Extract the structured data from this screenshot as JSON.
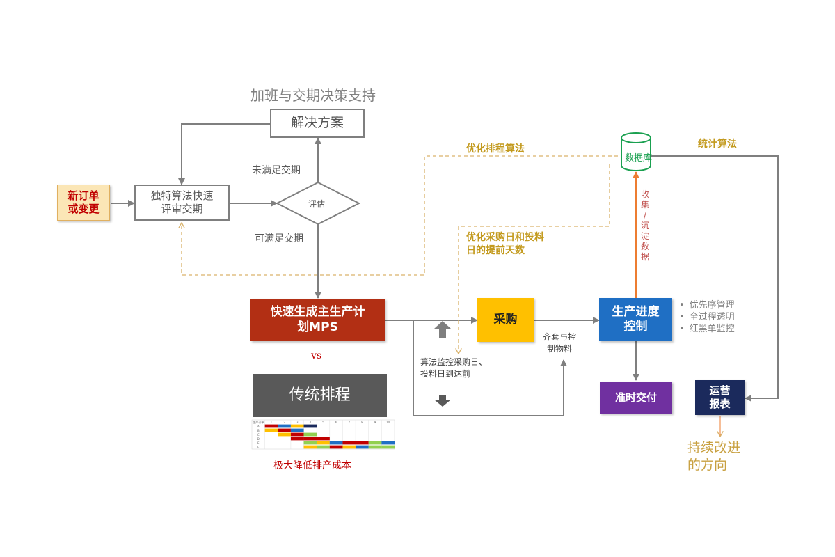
{
  "top_caption": "加班与交期决策支持",
  "nodes": {
    "solution": "解决方案",
    "new_order": "新订单\n或变更",
    "review": "独特算法快速\n评审交期",
    "evaluate": "评估",
    "mps": "快速生成主生产计\n划MPS",
    "procurement": "采购",
    "production": "生产进度\n控制",
    "ontime": "准时交付",
    "report": "运营\n报表",
    "database": "数据库",
    "traditional": "传统排程"
  },
  "labels": {
    "unmet": "未满足交期",
    "met": "可满足交期",
    "optimize_algo": "优化排程算法",
    "stat_algo": "统计算法",
    "optimize_purchase": "优化采购日和投料\n日的提前天数",
    "collect": "收\n集\n/\n沉\n淀\n数\n据",
    "algo_monitor": "算法监控采购日、\n投料日到达前",
    "kitting": "齐套与控\n制物料",
    "vs": "vs",
    "cost": "极大降低排产成本",
    "improve": "持续改进\n的方向"
  },
  "production_bullets": [
    "优先序管理",
    "全过程透明",
    "红黑单监控"
  ],
  "gantt": {
    "header": [
      "生产订单",
      "1",
      "2",
      "3",
      "4",
      "5",
      "6",
      "7",
      "8",
      "9",
      "10"
    ],
    "rows": [
      "A",
      "B",
      "C",
      "D",
      "E",
      "F"
    ]
  },
  "colors": {
    "gray_line": "#7f7f7f",
    "dashed_gold": "#d9b26b",
    "gold_text": "#c39a1e",
    "mps_red": "#b22f14",
    "procurement_yellow": "#ffc000",
    "production_blue": "#1f6fc4",
    "ontime_purple": "#7030a0",
    "report_navy": "#1b2a5c",
    "database_green": "#1aa050",
    "collect_orange": "#ed7d31",
    "traditional_gray": "#595959",
    "cost_red": "#c00000",
    "improve_gold": "#c8a040"
  }
}
